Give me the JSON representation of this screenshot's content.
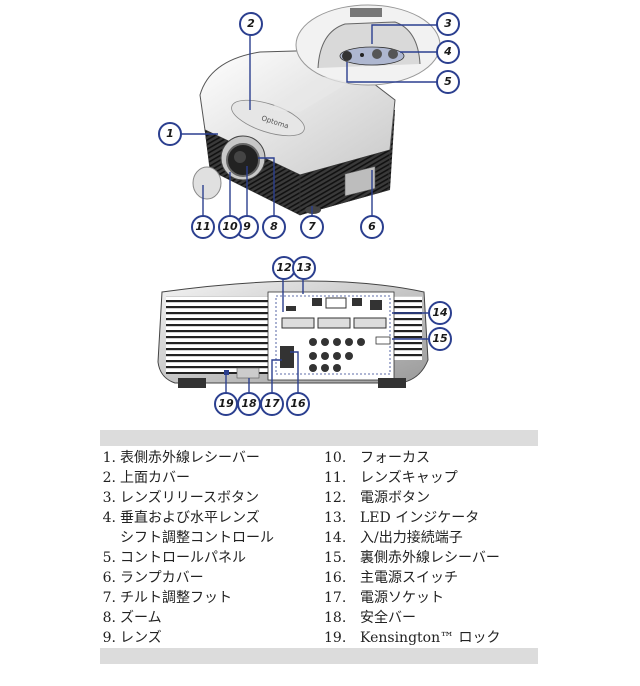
{
  "figure_front": {
    "callouts": [
      "1",
      "2",
      "3",
      "4",
      "5",
      "6",
      "7",
      "8",
      "9",
      "10",
      "11"
    ]
  },
  "figure_back": {
    "callouts": [
      "12",
      "13",
      "14",
      "15",
      "16",
      "17",
      "18",
      "19"
    ]
  },
  "legend": {
    "left": [
      {
        "num": "1.",
        "label": "表側赤外線レシーバー"
      },
      {
        "num": "2.",
        "label": "上面カバー"
      },
      {
        "num": "3.",
        "label": "レンズリリースボタン"
      },
      {
        "num": "4.",
        "label": "垂直および水平レンズ",
        "cont": "シフト調整コントロール"
      },
      {
        "num": "5.",
        "label": "コントロールパネル"
      },
      {
        "num": "6.",
        "label": "ランプカバー"
      },
      {
        "num": "7.",
        "label": "チルト調整フット"
      },
      {
        "num": "8.",
        "label": "ズーム"
      },
      {
        "num": "9.",
        "label": "レンズ"
      }
    ],
    "right": [
      {
        "num": "10.",
        "label": "フォーカス"
      },
      {
        "num": "11.",
        "label": "レンズキャップ"
      },
      {
        "num": "12.",
        "label": "電源ボタン"
      },
      {
        "num": "13.",
        "label": "LED インジケータ"
      },
      {
        "num": "14.",
        "label": "入/出力接続端子"
      },
      {
        "num": "15.",
        "label": "裏側赤外線レシーバー"
      },
      {
        "num": "16.",
        "label": "主電源スイッチ"
      },
      {
        "num": "17.",
        "label": "電源ソケット"
      },
      {
        "num": "18.",
        "label": "安全バー"
      },
      {
        "num": "19.",
        "label": "Kensington™ ロック"
      }
    ]
  }
}
